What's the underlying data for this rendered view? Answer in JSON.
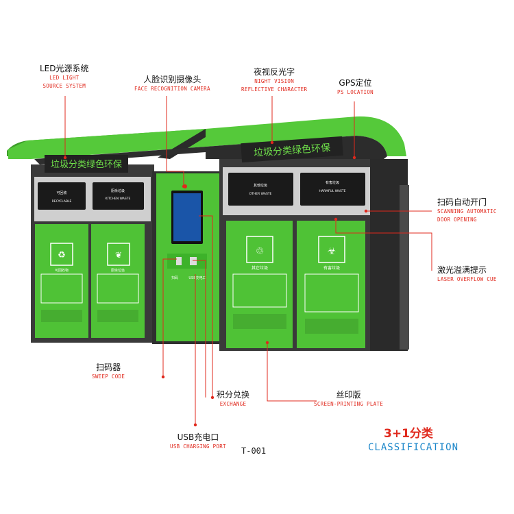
{
  "callouts": {
    "led": {
      "cn": "LED光源系统",
      "en1": "LED LIGHT",
      "en2": "SOURCE SYSTEM"
    },
    "camera": {
      "cn": "人脸识别摄像头",
      "en1": "FACE RECOGNITION CAMERA"
    },
    "night": {
      "cn": "夜视反光字",
      "en1": "NIGHT VISION",
      "en2": "REFLECTIVE CHARACTER"
    },
    "gps": {
      "cn": "GPS定位",
      "en1": "PS LOCATION"
    },
    "scan_open": {
      "cn": "扫码自动开门",
      "en1": "SCANNING AUTOMATIC",
      "en2": "DOOR OPENING"
    },
    "laser": {
      "cn": "激光溢满提示",
      "en1": "LASER OVERFLOW CUE"
    },
    "sweep": {
      "cn": "扫码器",
      "en1": "SWEEP CODE"
    },
    "exchange": {
      "cn": "积分兑换",
      "en1": "EXCHANGE"
    },
    "plate": {
      "cn": "丝印版",
      "en1": "SCREEN-PRINTING PLATE"
    },
    "usb": {
      "cn": "USB充电口",
      "en1": "USB CHARGING PORT"
    }
  },
  "model": "T-001",
  "classification": {
    "cn": "3+1分类",
    "en": "CLASSIFICATION"
  },
  "station": {
    "banner_left": "垃圾分类绿色环保",
    "banner_right": "垃圾分类绿色环保",
    "bins": [
      {
        "cn": "可回收",
        "en": "RECYCLABLE",
        "badge": "可回收物"
      },
      {
        "cn": "厨余垃圾",
        "en": "KITCHEN WASTE",
        "badge": "厨余垃圾"
      },
      {
        "cn": "其他垃圾",
        "en": "OTHER WASTE",
        "badge": "其它垃圾"
      },
      {
        "cn": "有害垃圾",
        "en": "HARMFUL WASTE",
        "badge": "有害垃圾"
      }
    ],
    "console_left_label": "扫码",
    "console_right_label": "USB充电口"
  },
  "colors": {
    "green": "#4fc236",
    "green_dark": "#2f9a22",
    "cabinet": "#3a3a3a",
    "accent_red": "#e0281c",
    "accent_blue": "#1b86c9"
  }
}
